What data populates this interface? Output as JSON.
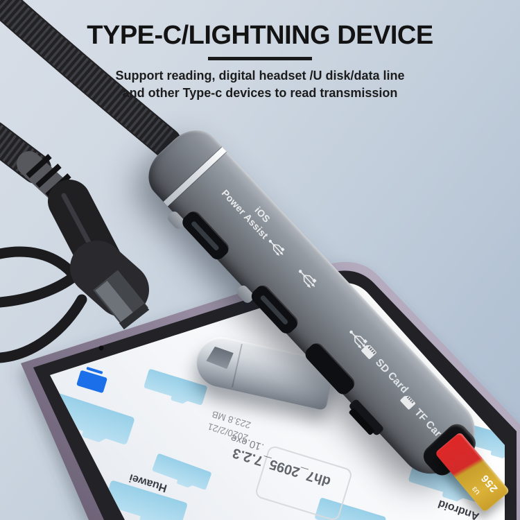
{
  "header": {
    "title": "TYPE-C/LIGHTNING DEVICE",
    "subtitle_line1": "Support reading, digital headset /U disk/data line",
    "subtitle_line2": "and other Type-c devices to read transmission"
  },
  "hub": {
    "port_label_line1": "iOS",
    "port_label_line2": "Power Assist",
    "sd_label": "SD Card",
    "tf_label": "TF Card",
    "memory_card_capacity": "256",
    "memory_card_mark": "U3"
  },
  "phone_screen": {
    "file_name": "dh7_2095_7.2.3",
    "file_name_ext": ".10.exe",
    "file_date": "2020/2/21",
    "file_size": "223.8 MB",
    "folder_huawei": "Huawei",
    "folder_android": "Android"
  },
  "icons": {
    "usb": "usb-trident-icon",
    "sd": "sd-card-icon",
    "tf": "tf-card-icon",
    "monitor": "monitor-icon",
    "folder": "folder-icon"
  },
  "colors": {
    "accent_blue": "#1b6fe8",
    "folder_blue": "#a9d9ef",
    "card_red": "#e02828",
    "card_gold": "#d8ae33",
    "phone_frame_purple": "#8b8096",
    "hub_gray": "#7e848b"
  }
}
